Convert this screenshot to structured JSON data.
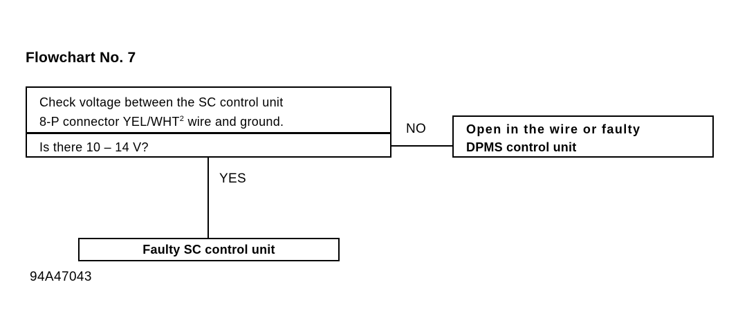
{
  "figure": {
    "title": "Flowchart No. 7",
    "code": "94A47043"
  },
  "decision": {
    "statement_line1": "Check voltage between the SC control unit",
    "statement_line2_pre": "8-P connector YEL/WHT",
    "statement_line2_sup": "2",
    "statement_line2_post": " wire and ground.",
    "question": "Is there 10 – 14 V?"
  },
  "branches": {
    "no_label": "NO",
    "yes_label": "YES"
  },
  "results": {
    "no_outcome_line1": "Open in the wire or faulty",
    "no_outcome_line2": "DPMS control unit",
    "yes_outcome": "Faulty SC control unit"
  },
  "colors": {
    "ink": "#000000",
    "paper": "#ffffff"
  }
}
